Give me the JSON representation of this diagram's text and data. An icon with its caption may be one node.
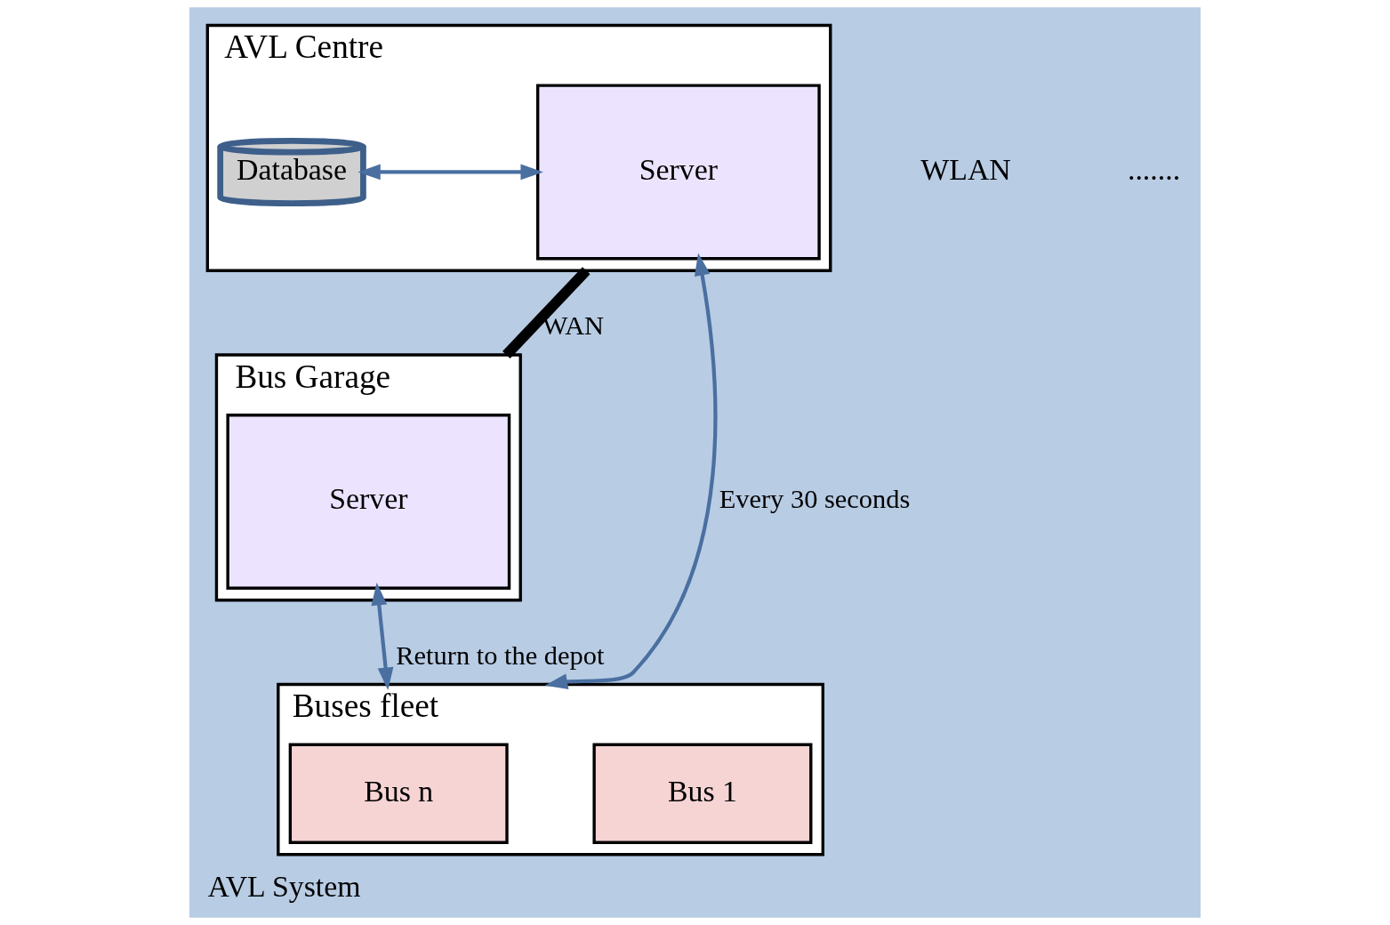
{
  "diagram": {
    "caption": "AVL System",
    "nodes": [
      {
        "text": [
          "AVL Centre"
        ]
      },
      {
        "text": [
          "Database"
        ],
        "in": 0
      },
      {
        "text": [
          "Server"
        ],
        "in": 0
      },
      {
        "text": [
          "Bus Garage"
        ]
      },
      {
        "text": [
          "Server"
        ],
        "in": 3
      },
      {
        "text": [
          "Buses fleet"
        ]
      },
      {
        "text": [
          "Bus 1"
        ],
        "in": 5
      },
      {
        "text": [
          "Bus n"
        ],
        "in": 5
      }
    ],
    "edges": [
      {
        "from": 1,
        "to": 2,
        "arrow": "both"
      },
      {
        "from": 0,
        "to": 3,
        "arrow": "none",
        "label": "WAN",
        "style": "thick",
        "color": "#000000"
      },
      {
        "from": 2,
        "to": 5,
        "arrow": "both",
        "label": "Every 30 seconds"
      },
      {
        "from": 4,
        "to": 5,
        "arrow": "both",
        "label": "Return to the depot"
      }
    ],
    "labels": [
      "WLAN",
      "......."
    ]
  }
}
